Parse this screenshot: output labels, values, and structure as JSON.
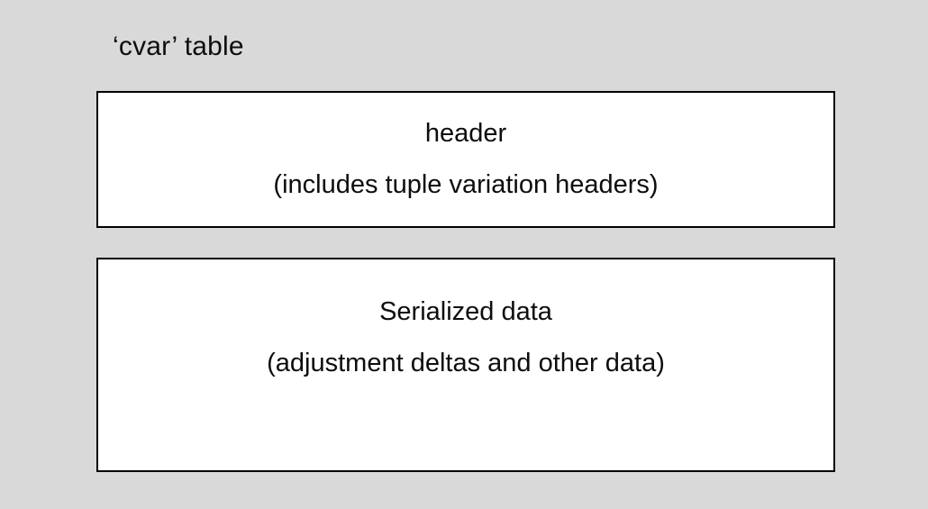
{
  "colors": {
    "background": "#d9d9d9",
    "box_fill": "#ffffff",
    "box_border": "#000000",
    "text": "#0d0d0d"
  },
  "diagram": {
    "title": "‘cvar’ table",
    "boxes": [
      {
        "name": "header",
        "line1": "header",
        "line2": "(includes tuple variation headers)"
      },
      {
        "name": "serialized-data",
        "line1": "Serialized data",
        "line2": "(adjustment deltas and other data)"
      }
    ]
  }
}
